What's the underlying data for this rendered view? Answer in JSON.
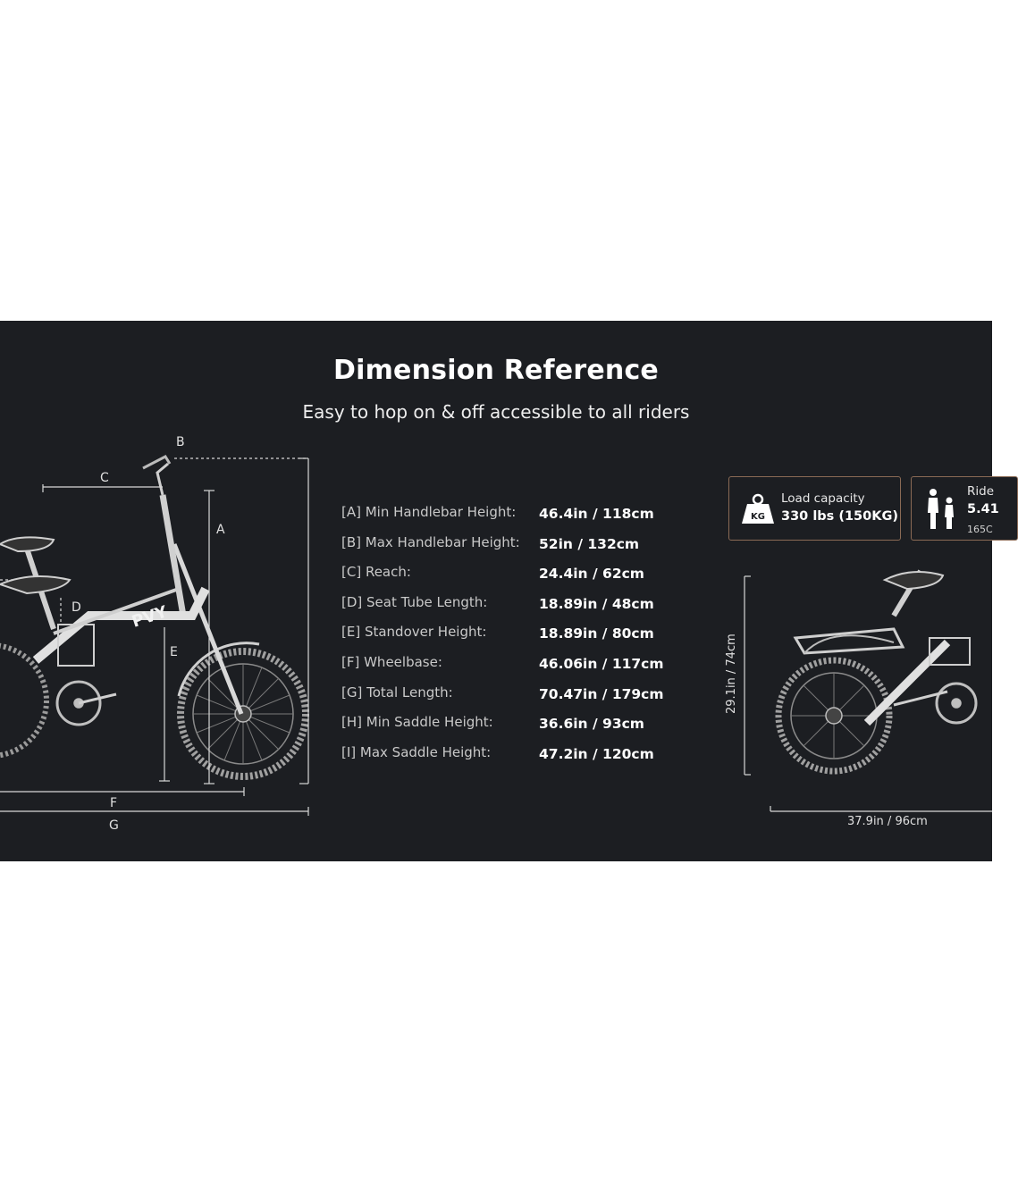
{
  "header": {
    "title": "Dimension Reference",
    "subtitle": "Easy to hop on & off accessible to all riders"
  },
  "dimension_labels": [
    "A",
    "B",
    "C",
    "D",
    "E",
    "F",
    "G"
  ],
  "specs": [
    {
      "label": "[A] Min Handlebar Height:",
      "value": "46.4in / 118cm"
    },
    {
      "label": "[B] Max Handlebar Height:",
      "value": "52in / 132cm"
    },
    {
      "label": "[C] Reach:",
      "value": "24.4in / 62cm"
    },
    {
      "label": "[D] Seat Tube Length:",
      "value": "18.89in / 48cm"
    },
    {
      "label": "[E] Standover Height:",
      "value": "18.89in / 80cm"
    },
    {
      "label": "[F] Wheelbase:",
      "value": "46.06in / 117cm"
    },
    {
      "label": "[G] Total Length:",
      "value": "70.47in / 179cm"
    },
    {
      "label": "[H] Min Saddle Height:",
      "value": "36.6in / 93cm"
    },
    {
      "label": "[I] Max Saddle Height:",
      "value": " 47.2in / 120cm"
    }
  ],
  "capacity": {
    "load_label": "Load capacity",
    "load_value": "330 lbs (150KG)",
    "load_icon_text": "KG",
    "rider_label": "Ride",
    "rider_value": "5.41",
    "rider_sub": "165C"
  },
  "folded": {
    "height": "29.1in / 74cm",
    "width": "37.9in / 96cm"
  },
  "bike_logo": "PVY",
  "colors": {
    "background": "#1c1e22",
    "card_border": "#8a6a55",
    "text": "#ffffff"
  }
}
